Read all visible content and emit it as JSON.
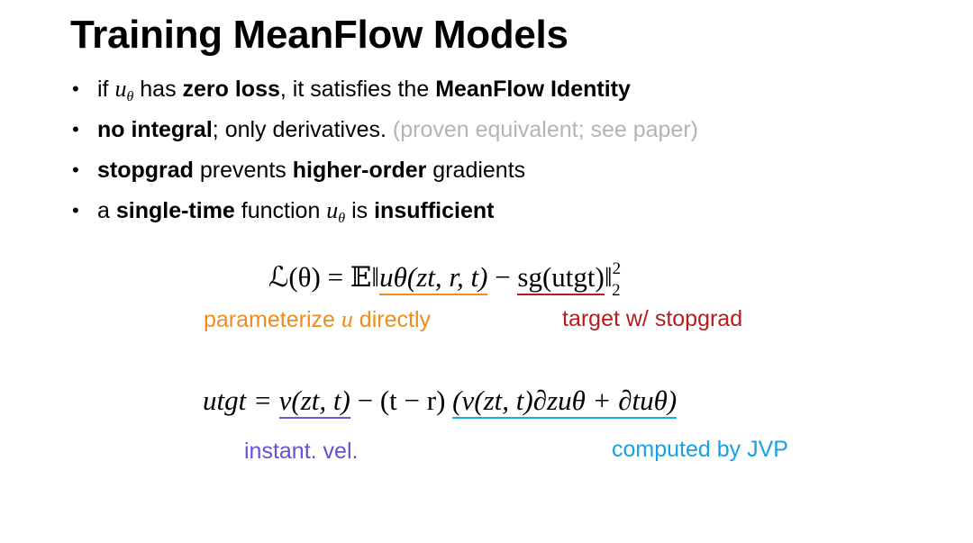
{
  "title": "Training MeanFlow Models",
  "bullets": {
    "b1": {
      "pre": "if ",
      "var": "u",
      "var_sub": "θ",
      "mid": " has ",
      "bold1": "zero loss",
      "mid2": ", it satisfies the ",
      "bold2": "MeanFlow Identity"
    },
    "b2": {
      "bold1": "no integral",
      "mid": "; only derivatives. ",
      "grey": "(proven equivalent; see paper)"
    },
    "b3": {
      "bold1": "stopgrad",
      "mid": " prevents ",
      "bold2": "higher-order",
      "post": " gradients"
    },
    "b4": {
      "pre": "a ",
      "bold1": "single-time",
      "mid": " function ",
      "var": "u",
      "var_sub": "θ",
      "mid2": " is ",
      "bold2": "insufficient"
    }
  },
  "loss_eq": {
    "lhs": "ℒ(θ) = 𝔼‖",
    "term1": "uθ(zt, r, t)",
    "minus": " − ",
    "term2": "sg(utgt)",
    "rhs": "‖",
    "sup": "2",
    "sub": "2"
  },
  "loss_annotations": {
    "left_pre": "parameterize ",
    "left_var": "u",
    "left_post": " directly",
    "right": "target w/ stopgrad"
  },
  "target_eq": {
    "lhs": "utgt = ",
    "term1": "v(zt, t)",
    "mid": " − (t − r) ",
    "term2": "(v(zt, t)∂zuθ + ∂tuθ)"
  },
  "target_annotations": {
    "left": "instant. vel.",
    "right": "computed by JVP"
  },
  "colors": {
    "orange": "#ef8c1c",
    "red": "#b71c1c",
    "purple": "#6a4fd4",
    "cyan": "#1aa0e0",
    "grey": "#b4b4b4"
  }
}
